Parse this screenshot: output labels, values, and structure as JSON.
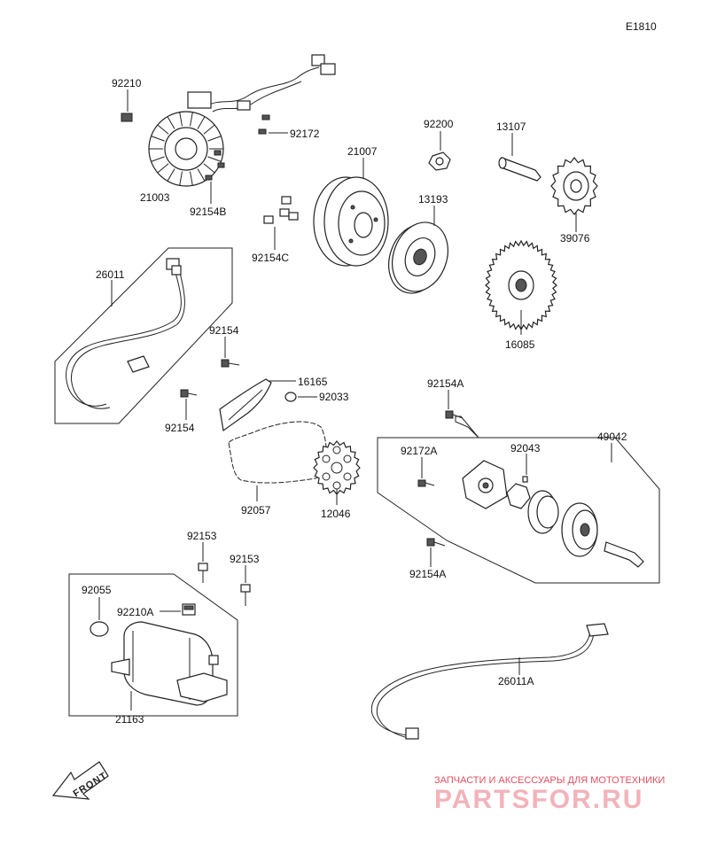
{
  "diagram_code": "E1810",
  "labels": {
    "p92210": "92210",
    "p21003": "21003",
    "p92172": "92172",
    "p92154B": "92154B",
    "p21007": "21007",
    "p92154C": "92154C",
    "p92200": "92200",
    "p13107": "13107",
    "p13193": "13193",
    "p39076": "39076",
    "p16085": "16085",
    "p26011": "26011",
    "p92154_top": "92154",
    "p92154_bot": "92154",
    "p16165": "16165",
    "p92033": "92033",
    "p92057": "92057",
    "p12046": "12046",
    "p92154A_top": "92154A",
    "p92154A_bot": "92154A",
    "p49042": "49042",
    "p92172A": "92172A",
    "p92043": "92043",
    "p92153_a": "92153",
    "p92153_b": "92153",
    "p92055": "92055",
    "p92210A": "92210A",
    "p21163": "21163",
    "p26011A": "26011A"
  },
  "front_arrow": "FRONT",
  "watermark": {
    "line1": "ЗАПЧАСТИ И АКСЕССУАРЫ ДЛЯ МОТОТЕХНИКИ",
    "line2": "PARTSFOR.RU"
  },
  "colors": {
    "ink": "#222222",
    "watermark_text": "#e05060",
    "watermark_logo": "#f2b3ba"
  }
}
